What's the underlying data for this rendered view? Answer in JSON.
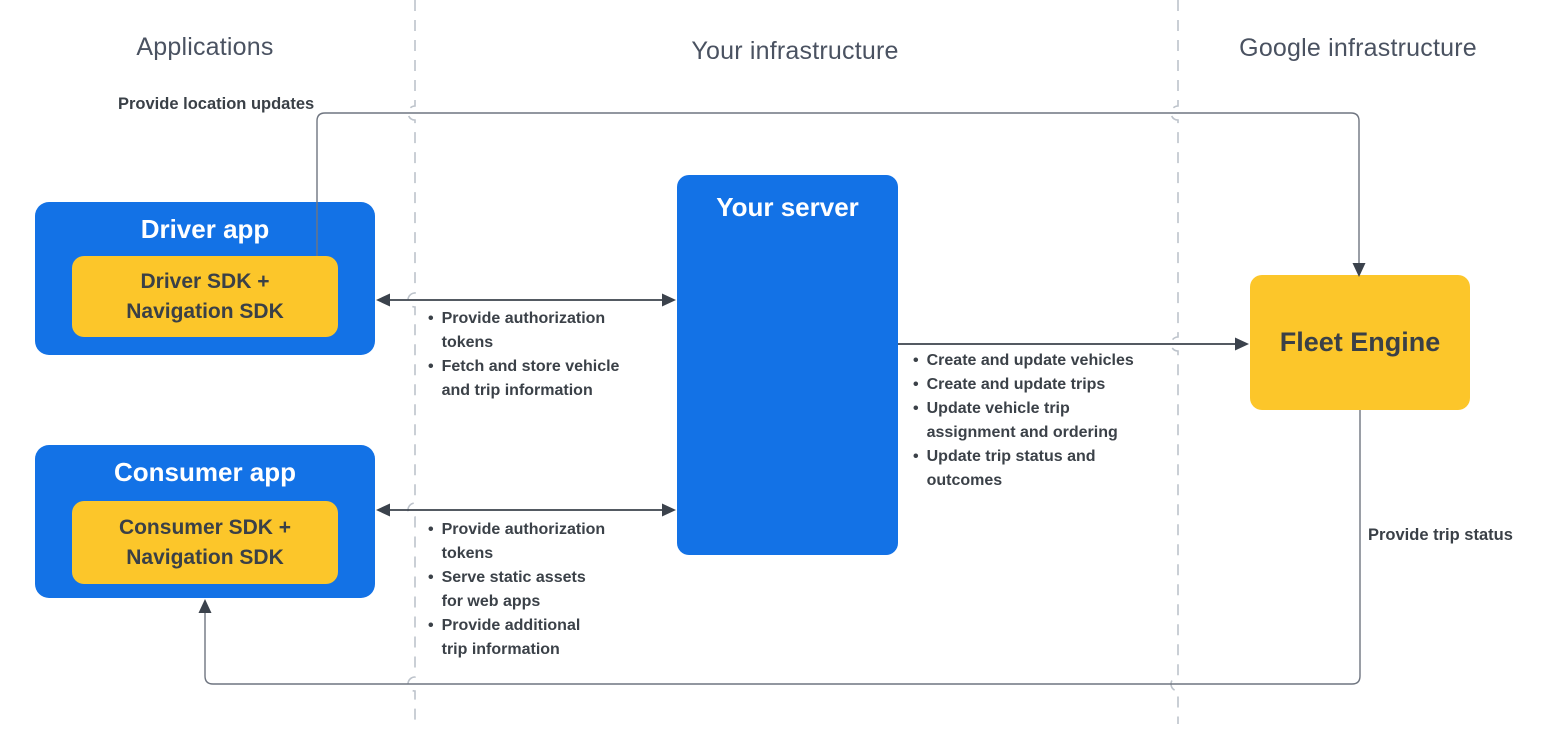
{
  "diagram": {
    "lanes": [
      {
        "label": "Applications"
      },
      {
        "label": "Your infrastructure"
      },
      {
        "label": "Google infrastructure"
      }
    ],
    "nodes": {
      "driver_app": {
        "title": "Driver app",
        "sdk_lines": [
          "Driver SDK +",
          "Navigation SDK"
        ]
      },
      "consumer_app": {
        "title": "Consumer app",
        "sdk_lines": [
          "Consumer SDK +",
          "Navigation SDK"
        ]
      },
      "your_server": {
        "title": "Your server"
      },
      "fleet_engine": {
        "title": "Fleet Engine"
      }
    },
    "edge_labels": {
      "location_updates": "Provide location updates",
      "trip_status": "Provide trip status"
    },
    "lists": {
      "driver_server": {
        "items": [
          [
            "Provide authorization",
            "tokens"
          ],
          [
            "Fetch and store vehicle",
            "and trip information"
          ]
        ]
      },
      "server_fleet": {
        "items": [
          [
            "Create and update vehicles"
          ],
          [
            "Create and update trips"
          ],
          [
            "Update vehicle trip",
            "assignment and ordering"
          ],
          [
            "Update trip status and",
            "outcomes"
          ]
        ]
      },
      "consumer_server": {
        "items": [
          [
            "Provide authorization",
            "tokens"
          ],
          [
            "Serve static assets",
            "for web apps"
          ],
          [
            "Provide additional",
            "trip information"
          ]
        ]
      }
    },
    "colors": {
      "node_blue": "#1372e6",
      "node_yellow": "#fcc62a",
      "text_on_blue": "#ffffff",
      "text_dark": "#3a4047",
      "lane_label": "#4a5261",
      "connector_gray": "#6f7580",
      "connector_dark": "#3b424c",
      "dashed_divider": "#bdc3cb"
    }
  }
}
